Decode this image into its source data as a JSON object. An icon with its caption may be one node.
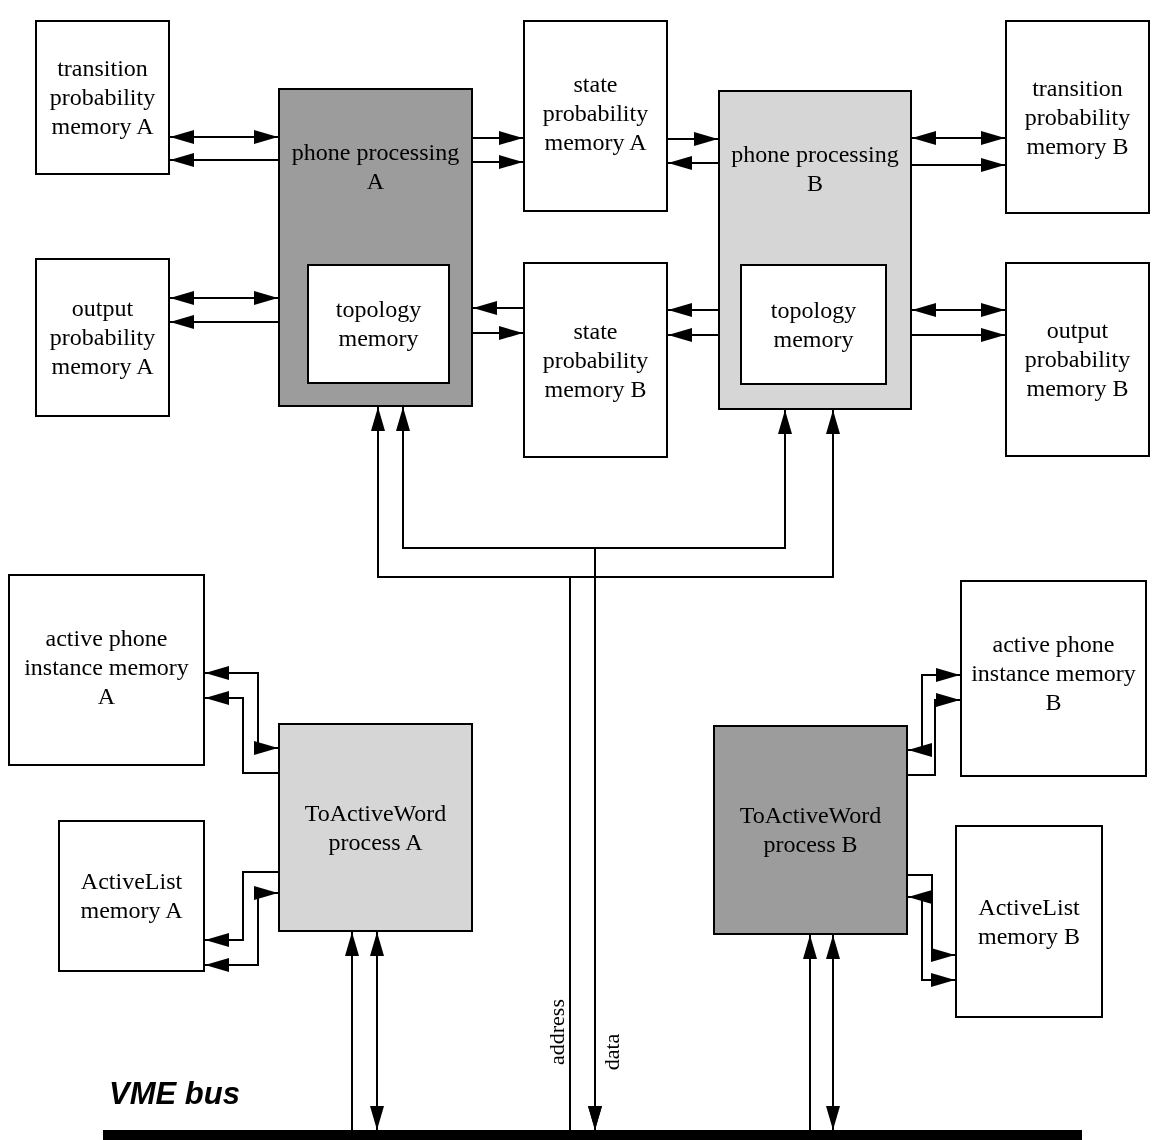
{
  "diagram": {
    "nodes": [
      {
        "text": [
          "transition probability memory A"
        ]
      },
      {
        "text": [
          "phone processing A"
        ]
      },
      {
        "text": [
          "topology memory"
        ],
        "in": 1
      },
      {
        "text": [
          "state probability memory A"
        ]
      },
      {
        "text": [
          "phone processing B"
        ]
      },
      {
        "text": [
          "topology memory"
        ],
        "in": 4
      },
      {
        "text": [
          "transition probability memory B"
        ]
      },
      {
        "text": [
          "output probability memory A"
        ]
      },
      {
        "text": [
          "state probability memory B"
        ]
      },
      {
        "text": [
          "output probability memory B"
        ]
      },
      {
        "text": [
          "active phone instance memory A"
        ]
      },
      {
        "text": [
          "ToActiveWord process A"
        ]
      },
      {
        "text": [
          "ActiveList memory A"
        ]
      },
      {
        "text": [
          "ToActiveWord process B"
        ]
      },
      {
        "text": [
          "active phone instance memory B"
        ]
      },
      {
        "text": [
          "ActiveList memory B"
        ]
      },
      {
        "text": [
          "VME bus"
        ]
      }
    ],
    "edges": [
      {
        "from": 0,
        "to": 1,
        "arrow": "both"
      },
      {
        "from": 1,
        "to": 0,
        "arrow": "to"
      },
      {
        "from": 7,
        "to": 1,
        "arrow": "both"
      },
      {
        "from": 1,
        "to": 7,
        "arrow": "to"
      },
      {
        "from": 1,
        "to": 3,
        "arrow": "to"
      },
      {
        "from": 1,
        "to": 3,
        "arrow": "to"
      },
      {
        "from": 3,
        "to": 4,
        "arrow": "to"
      },
      {
        "from": 4,
        "to": 3,
        "arrow": "to"
      },
      {
        "from": 8,
        "to": 1,
        "arrow": "to"
      },
      {
        "from": 1,
        "to": 8,
        "arrow": "to"
      },
      {
        "from": 4,
        "to": 8,
        "arrow": "to"
      },
      {
        "from": 4,
        "to": 8,
        "arrow": "to"
      },
      {
        "from": 4,
        "to": 6,
        "arrow": "both"
      },
      {
        "from": 4,
        "to": 6,
        "arrow": "to"
      },
      {
        "from": 4,
        "to": 9,
        "arrow": "both"
      },
      {
        "from": 4,
        "to": 9,
        "arrow": "to"
      },
      {
        "from": 16,
        "to": 1,
        "arrow": "to",
        "label": "address"
      },
      {
        "from": 16,
        "to": 4,
        "arrow": "to"
      },
      {
        "from": 1,
        "to": 16,
        "arrow": "both",
        "label": "data"
      },
      {
        "from": 4,
        "to": 16,
        "arrow": "both"
      },
      {
        "from": 16,
        "to": 11,
        "arrow": "to"
      },
      {
        "from": 11,
        "to": 16,
        "arrow": "both"
      },
      {
        "from": 16,
        "to": 13,
        "arrow": "to"
      },
      {
        "from": 13,
        "to": 16,
        "arrow": "both"
      },
      {
        "from": 11,
        "to": 10,
        "arrow": "both"
      },
      {
        "from": 11,
        "to": 10,
        "arrow": "to"
      },
      {
        "from": 11,
        "to": 12,
        "arrow": "to"
      },
      {
        "from": 11,
        "to": 12,
        "arrow": "both"
      },
      {
        "from": 13,
        "to": 14,
        "arrow": "both"
      },
      {
        "from": 13,
        "to": 14,
        "arrow": "to"
      },
      {
        "from": 13,
        "to": 15,
        "arrow": "to"
      },
      {
        "from": 13,
        "to": 15,
        "arrow": "both"
      }
    ]
  }
}
